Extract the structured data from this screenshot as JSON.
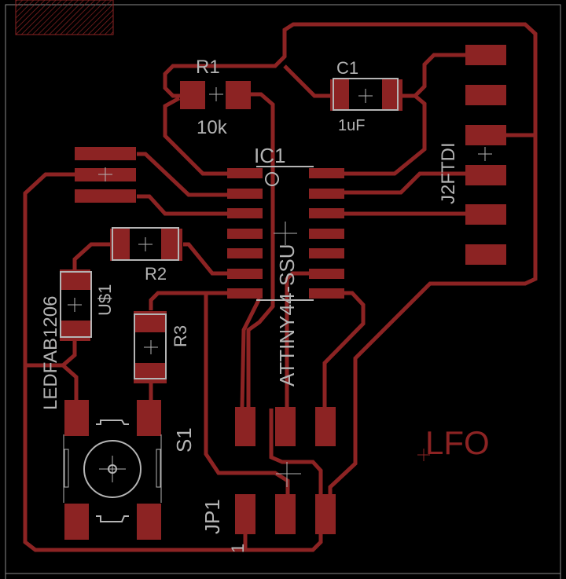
{
  "board": {
    "background": "#000000",
    "copper_color": "#8c2323",
    "silkscreen_color": "#b4b4b4",
    "outline_color": "#8a8a8a",
    "board_label": "LFO"
  },
  "components": {
    "r1": {
      "name": "R1",
      "value": "10k"
    },
    "c1": {
      "name": "C1",
      "value": "1uF"
    },
    "ic1": {
      "name": "IC1",
      "value": "ATTINY44-SSU"
    },
    "j2": {
      "name": "J2",
      "value": "FTDI",
      "label": "J2FTDI"
    },
    "r2": {
      "name": "R2"
    },
    "r3": {
      "name": "R3"
    },
    "u1": {
      "name": "U$1",
      "value": "LEDFAB1206"
    },
    "s1": {
      "name": "S1"
    },
    "jp1": {
      "name": "JP1",
      "pin1_label": "1"
    }
  }
}
